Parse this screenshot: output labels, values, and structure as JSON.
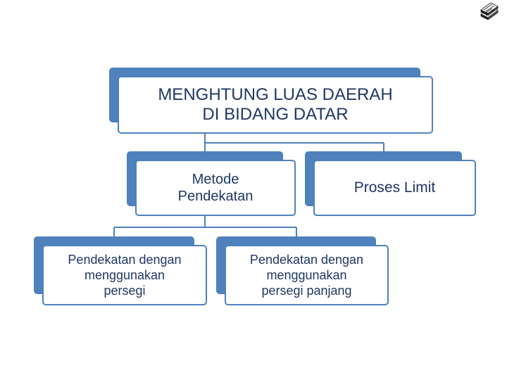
{
  "diagram": {
    "root": {
      "label": "MENGHTUNG LUAS DAERAH\nDI BIDANG DATAR"
    },
    "level1": [
      {
        "label": "Metode\nPendekatan"
      },
      {
        "label": "Proses Limit"
      }
    ],
    "level2": [
      {
        "label": "Pendekatan dengan\nmenggunakan\npersegi"
      },
      {
        "label": "Pendekatan dengan\nmenggunakan\npersegi panjang"
      }
    ]
  },
  "colors": {
    "accent": "#4f81bd",
    "text": "#1f3864",
    "fill": "#ffffff"
  },
  "icons": {
    "corner": "stacked-books-icon"
  }
}
